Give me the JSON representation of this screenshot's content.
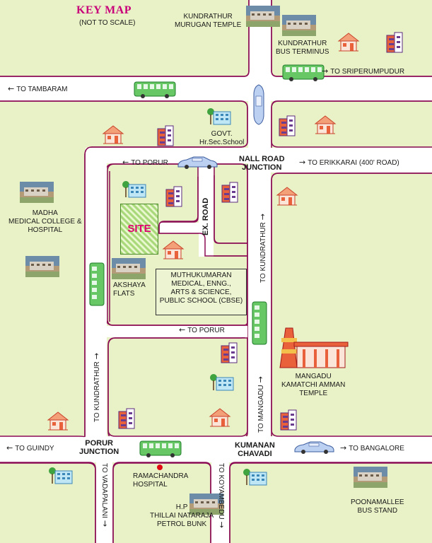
{
  "title": "KEY MAP",
  "subtitle": "(NOT TO SCALE)",
  "colors": {
    "background": "#e9f2c6",
    "road": "#ffffff",
    "road_edge": "#8b0a55",
    "title": "#c8007a",
    "site_text": "#e0006f",
    "bus": "#4fbf5a",
    "car": "#9ab4e6",
    "house": "#e8613a",
    "building": "#6b3d91",
    "school": "#7ec8e3",
    "marker": "#e10b14"
  },
  "directions": {
    "tambaram": "TO TAMBARAM",
    "sriperumpudur": "TO SRIPERUMPUDUR",
    "porur_top": "TO PORUR",
    "erikkarai": "TO ERIKKARAI (400' ROAD)",
    "kundrathur_right": "TO KUNDRATHUR",
    "porur_mid": "TO PORUR",
    "kundrathur_left": "TO KUNDRATHUR",
    "mangadu": "TO MANGADU",
    "guindy": "TO GUINDY",
    "bangalore": "TO BANGALORE",
    "vadapalani": "TO VADAPALANI",
    "koyambedu": "TO KOYAMBEDU"
  },
  "roads": {
    "ex_road": "EX. ROAD"
  },
  "junctions": {
    "nall_road": [
      "NALL ROAD",
      "JUNCTION"
    ],
    "porur": [
      "PORUR",
      "JUNCTION"
    ],
    "kumanan": [
      "KUMANAN",
      "CHAVADI"
    ]
  },
  "landmarks": {
    "murugan": [
      "KUNDRATHUR",
      "MURUGAN TEMPLE"
    ],
    "bus_terminus": [
      "KUNDRATHUR",
      "BUS TERMINUS"
    ],
    "govt_school": [
      "GOVT.",
      "Hr.Sec.School"
    ],
    "madha": [
      "MADHA",
      "MEDICAL COLLEGE &",
      "HOSPITAL"
    ],
    "akshaya": [
      "AKSHAYA",
      "FLATS"
    ],
    "muthukumaran": [
      "MUTHUKUMARAN",
      "MEDICAL, ENNG.,",
      "ARTS & SCIENCE,",
      "PUBLIC SCHOOL (CBSE)"
    ],
    "kamatchi": [
      "MANGADU",
      "KAMATCHI AMMAN",
      "TEMPLE"
    ],
    "ramachandra": [
      "RAMACHANDRA",
      "HOSPITAL"
    ],
    "petrol_bunk": [
      "H.P",
      "THILLAI NATARAJA",
      "PETROL BUNK"
    ],
    "poonamallee": [
      "POONAMALLEE",
      "BUS STAND"
    ]
  },
  "site_label": "SITE",
  "icons": {
    "vehicles": [
      "bus-icon",
      "car-icon"
    ],
    "buildings": [
      "house-icon",
      "apartment-icon",
      "school-icon",
      "temple-icon",
      "photo-icon"
    ]
  }
}
